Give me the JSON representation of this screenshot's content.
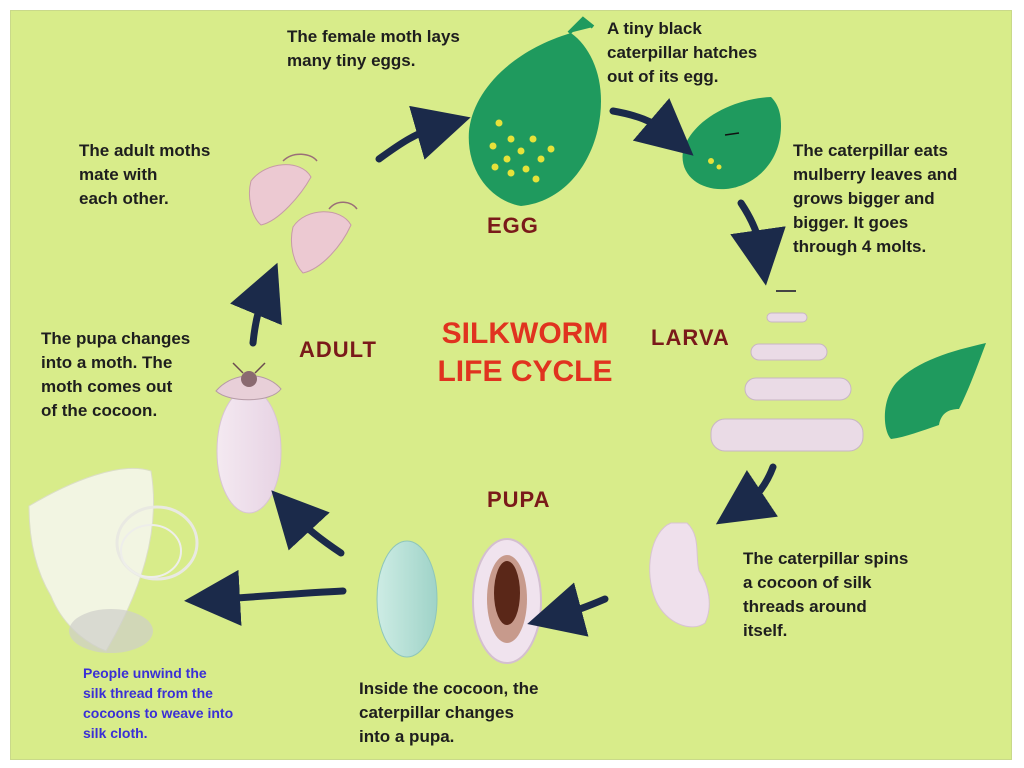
{
  "title": "SILKWORM\nLIFE CYCLE",
  "stages": {
    "egg": "EGG",
    "larva": "LARVA",
    "pupa": "PUPA",
    "adult": "ADULT"
  },
  "captions": {
    "female_lays": "The female moth lays\nmany tiny eggs.",
    "hatch": "A tiny black\ncaterpillar hatches\nout of its egg.",
    "eats": "The caterpillar eats\nmulberry leaves and\ngrows bigger and\nbigger. It goes\nthrough 4 molts.",
    "spins": "The caterpillar spins\na cocoon of silk\nthreads around\nitself.",
    "inside": "Inside the cocoon, the\ncaterpillar changes\ninto a pupa.",
    "pupa_changes": "The pupa changes\ninto a moth. The\nmoth comes out\nof the cocoon.",
    "mate": "The adult moths\nmate with\neach other.",
    "people": "People unwind the\nsilk thread from the\ncocoons to weave into\nsilk cloth."
  },
  "colors": {
    "background": "#d8ec8a",
    "leaf": "#1f9a5e",
    "egg_dot": "#e6e23a",
    "arrow": "#1b2a4a",
    "title": "#e0331f",
    "stage": "#7a1a1a",
    "blue_text": "#3a2fd6"
  }
}
